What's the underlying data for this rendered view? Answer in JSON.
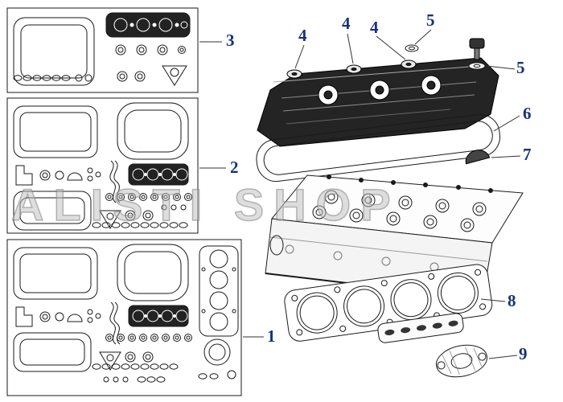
{
  "watermark": "ALISTI SHOP",
  "callouts": {
    "c1": "1",
    "c2": "2",
    "c3": "3",
    "c4a": "4",
    "c4b": "4",
    "c4c": "4",
    "c5a": "5",
    "c5b": "5",
    "c6": "6",
    "c7": "7",
    "c8": "8",
    "c9": "9"
  },
  "colors": {
    "line": "#1a1a1a",
    "callout": "#16337a",
    "watermark": "#c0c0c0"
  }
}
